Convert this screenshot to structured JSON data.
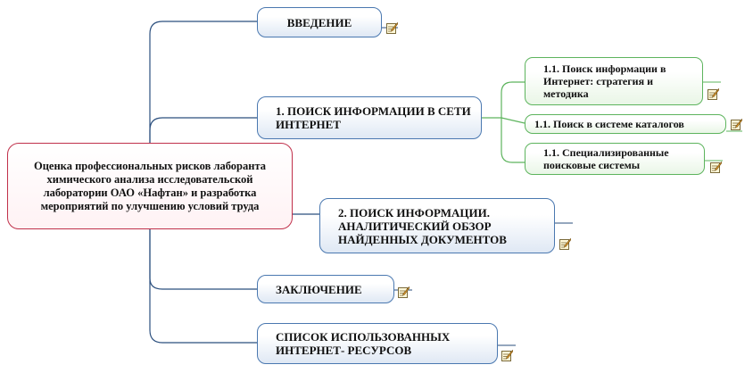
{
  "root": {
    "text": "Оценка профессиональных рисков лаборанта химического анализа исследовательской лаборатории ОАО «Нафтан» и разработка мероприятий по улучшению условий труда"
  },
  "topics": [
    {
      "text": "ВВЕДЕНИЕ"
    },
    {
      "text": "1. ПОИСК ИНФОРМАЦИИ В СЕТИ ИНТЕРНЕТ"
    },
    {
      "text": "2. ПОИСК ИНФОРМАЦИИ. АНАЛИТИЧЕСКИЙ ОБЗОР НАЙДЕННЫХ ДОКУМЕНТОВ"
    },
    {
      "text": "ЗАКЛЮЧЕНИЕ"
    },
    {
      "text": "СПИСОК ИСПОЛЬЗОВАННЫХ ИНТЕРНЕТ- РЕСУРСОВ"
    }
  ],
  "subtopics": [
    {
      "text": "1.1. Поиск информации в Интернет: стратегия и методика"
    },
    {
      "text": "1.1. Поиск в системе каталогов"
    },
    {
      "text": "1.1. Специализированные поисковые системы"
    }
  ],
  "colors": {
    "root_border": "#c0304a",
    "topic_border": "#4a78b0",
    "subtopic_border": "#5db45d",
    "connector": "#2b4f7e",
    "sub_connector": "#5db45d"
  },
  "icons": {
    "note": "note-icon"
  }
}
